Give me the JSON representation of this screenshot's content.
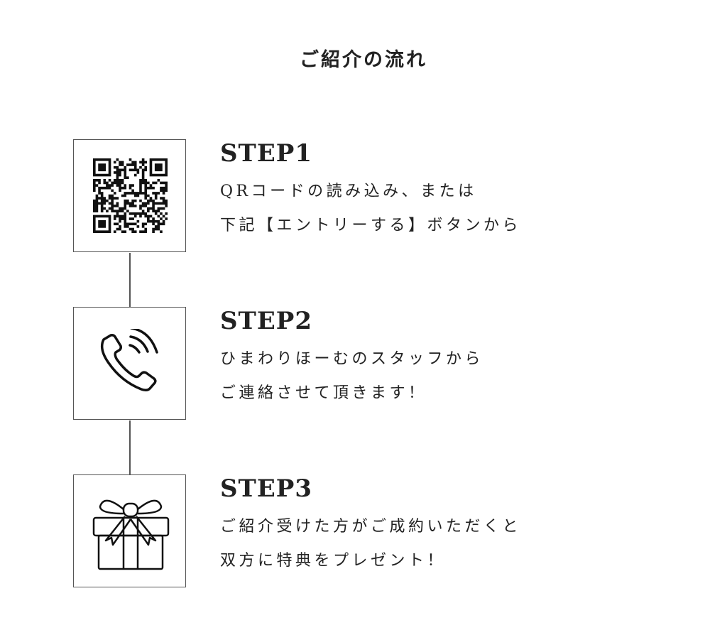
{
  "title": "ご紹介の流れ",
  "steps": [
    {
      "label": "STEP1",
      "line1": "QRコードの読み込み、または",
      "line2": "下記【エントリーする】ボタンから",
      "icon": "qr-code-icon"
    },
    {
      "label": "STEP2",
      "line1": "ひまわりほーむのスタッフから",
      "line2": "ご連絡させて頂きます！",
      "icon": "phone-icon"
    },
    {
      "label": "STEP3",
      "line1": "ご紹介受けた方がご成約いただくと",
      "line2": "双方に特典をプレゼント！",
      "icon": "gift-icon"
    }
  ]
}
